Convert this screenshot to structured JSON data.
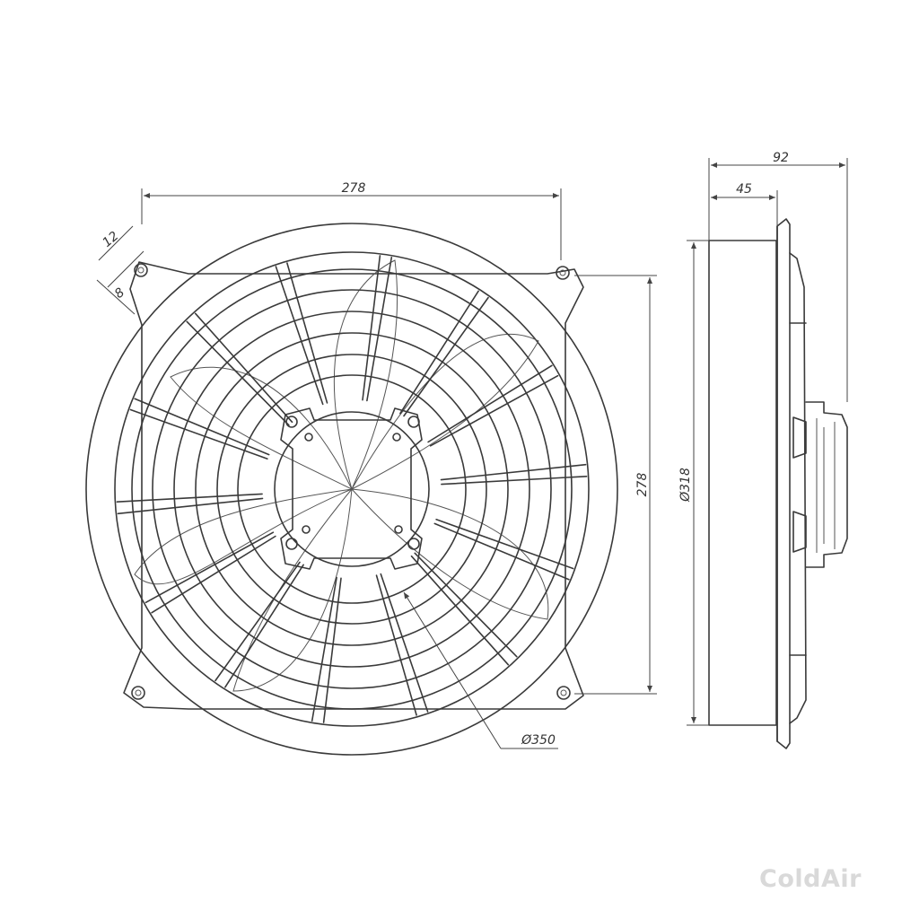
{
  "dimensions": {
    "front_width": "278",
    "hole_spacing": "12",
    "hole_diameter": "8",
    "front_height": "278",
    "frame_diameter": "Ø318",
    "blade_diameter": "Ø350",
    "total_depth": "92",
    "housing_depth": "45"
  },
  "brand": "ColdAir",
  "colors": {
    "line": "#3a3a3a",
    "watermark": "#d9d9d9"
  }
}
